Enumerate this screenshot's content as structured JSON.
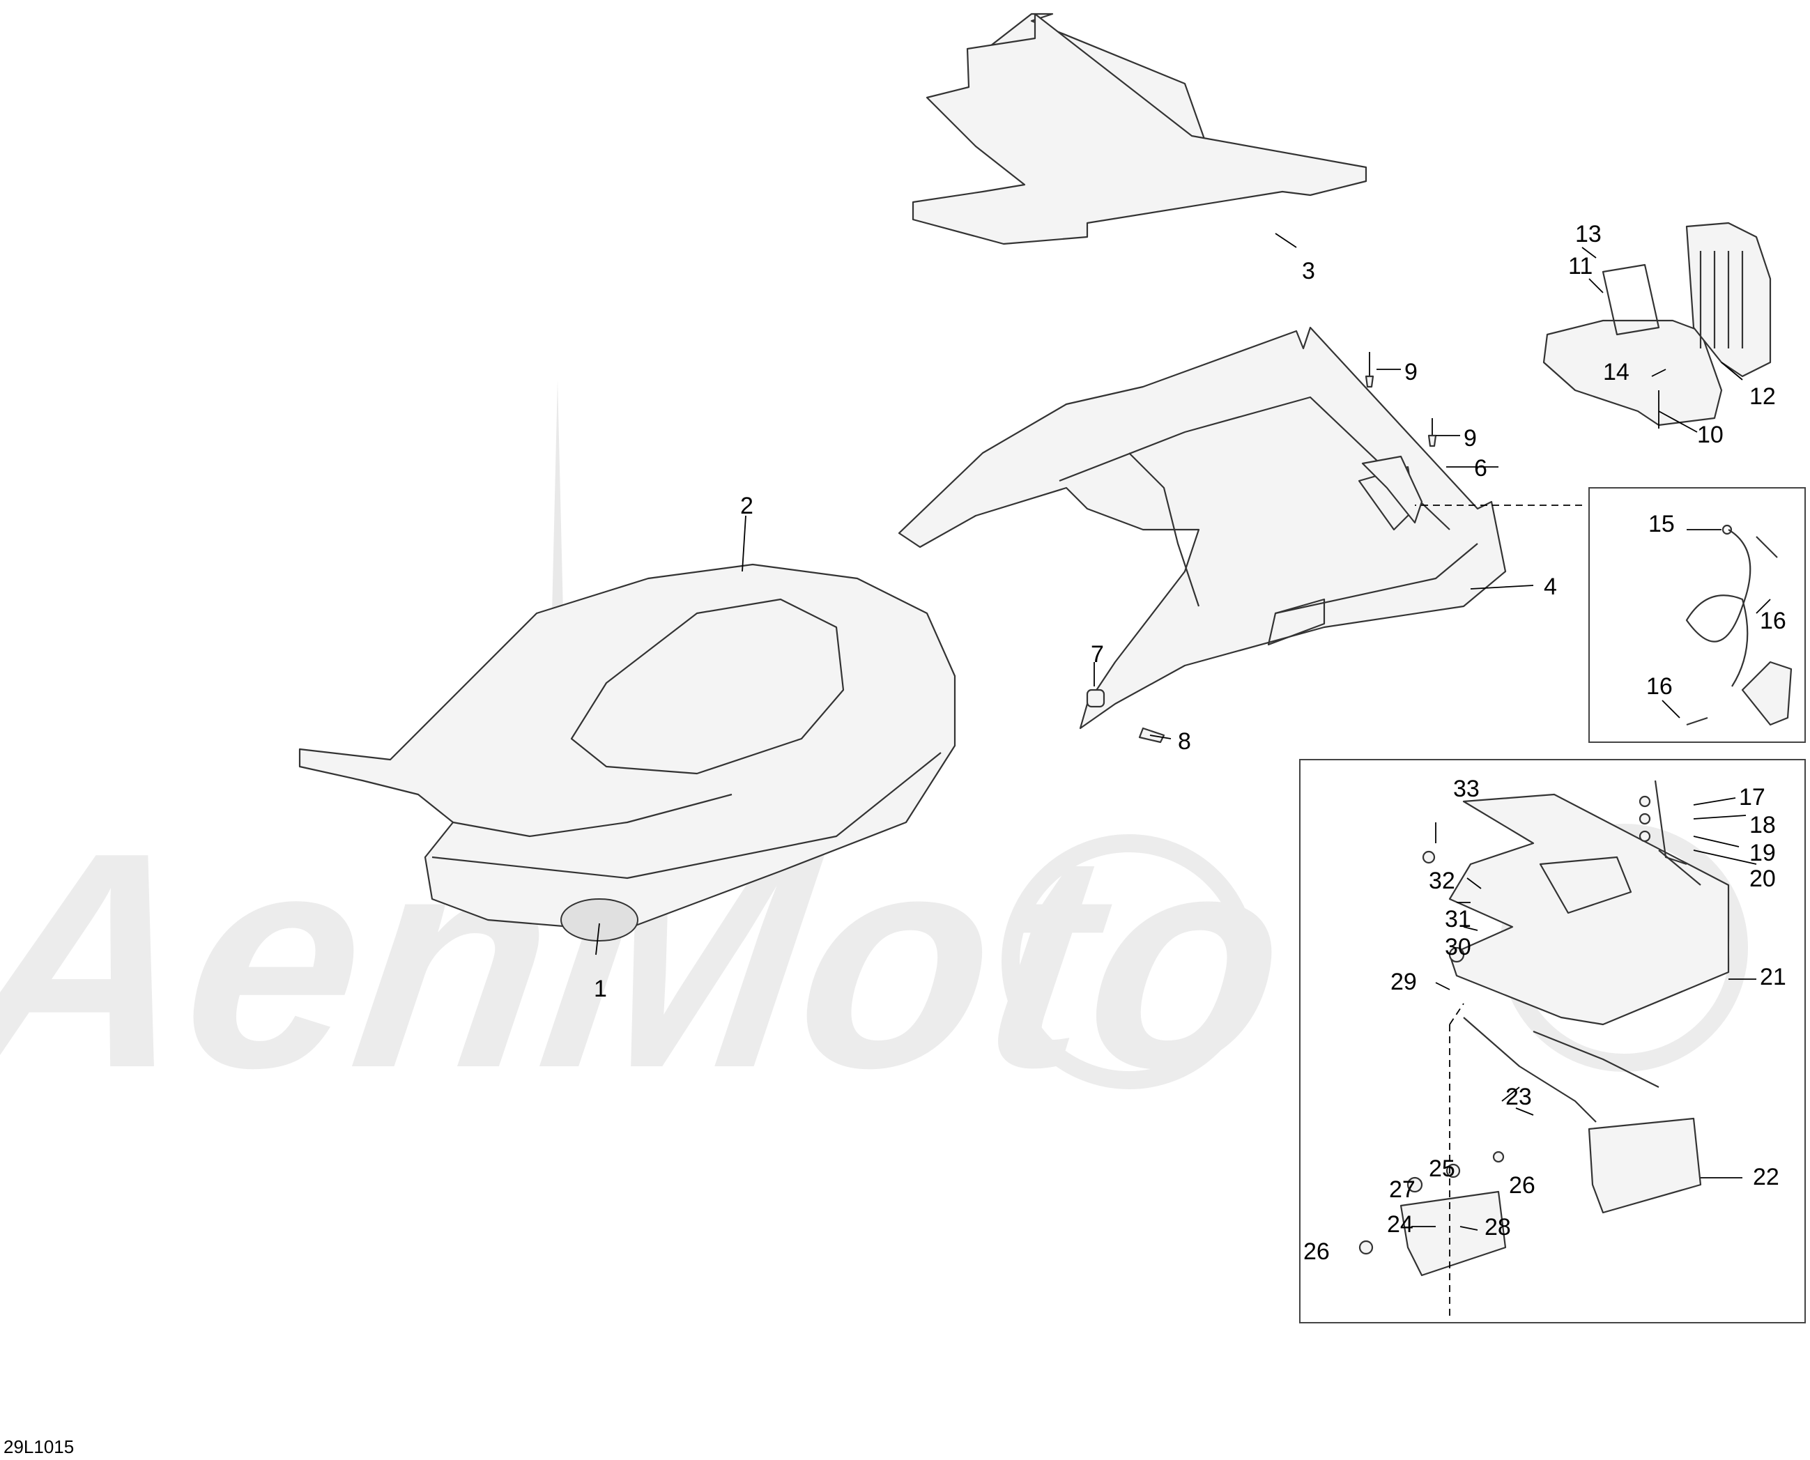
{
  "diagram_code": "29L1015",
  "watermark": "AenMoto",
  "callouts": [
    {
      "id": "c1",
      "text": "1"
    },
    {
      "id": "c2",
      "text": "2"
    },
    {
      "id": "c3",
      "text": "3"
    },
    {
      "id": "c4",
      "text": "4"
    },
    {
      "id": "c6",
      "text": "6"
    },
    {
      "id": "c7",
      "text": "7"
    },
    {
      "id": "c8",
      "text": "8"
    },
    {
      "id": "c9a",
      "text": "9"
    },
    {
      "id": "c9b",
      "text": "9"
    },
    {
      "id": "c10",
      "text": "10"
    },
    {
      "id": "c11",
      "text": "11"
    },
    {
      "id": "c12",
      "text": "12"
    },
    {
      "id": "c13",
      "text": "13"
    },
    {
      "id": "c14",
      "text": "14"
    },
    {
      "id": "c15",
      "text": "15"
    },
    {
      "id": "c16a",
      "text": "16"
    },
    {
      "id": "c16b",
      "text": "16"
    },
    {
      "id": "c17",
      "text": "17"
    },
    {
      "id": "c18",
      "text": "18"
    },
    {
      "id": "c19",
      "text": "19"
    },
    {
      "id": "c20",
      "text": "20"
    },
    {
      "id": "c21",
      "text": "21"
    },
    {
      "id": "c22",
      "text": "22"
    },
    {
      "id": "c23",
      "text": "23"
    },
    {
      "id": "c24",
      "text": "24"
    },
    {
      "id": "c25",
      "text": "25"
    },
    {
      "id": "c26a",
      "text": "26"
    },
    {
      "id": "c26b",
      "text": "26"
    },
    {
      "id": "c27",
      "text": "27"
    },
    {
      "id": "c28",
      "text": "28"
    },
    {
      "id": "c29",
      "text": "29"
    },
    {
      "id": "c30",
      "text": "30"
    },
    {
      "id": "c31",
      "text": "31"
    },
    {
      "id": "c32",
      "text": "32"
    },
    {
      "id": "c33",
      "text": "33"
    }
  ]
}
